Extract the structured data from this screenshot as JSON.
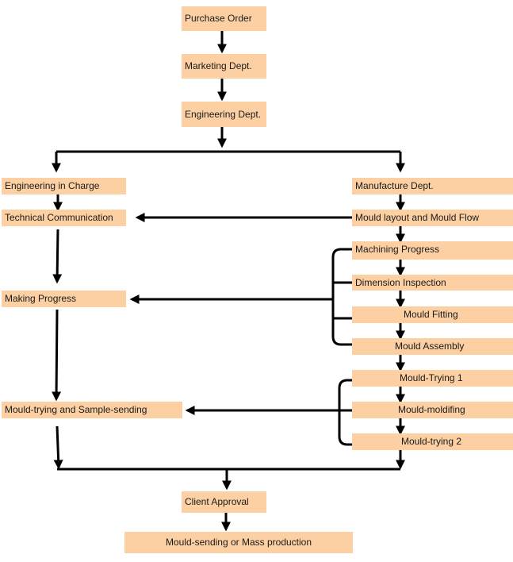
{
  "nodes": {
    "purchase_order": "Purchase Order",
    "marketing_dept": "Marketing Dept.",
    "engineering_dept": "Engineering Dept.",
    "engineering_in_charge": "Engineering in Charge",
    "technical_communication": "Technical Communication",
    "making_progress": "Making Progress",
    "mould_trying_sample_sending": "Mould-trying and Sample-sending",
    "manufacture_dept": "Manufacture Dept.",
    "mould_layout_flow": "Mould layout and Mould Flow",
    "machining_progress": "Machining Progress",
    "dimension_inspection": "Dimension Inspection",
    "mould_fitting": "Mould Fitting",
    "mould_assembly": "Mould Assembly",
    "mould_trying_1": "Mould-Trying 1",
    "mould_moldifing": "Mould-moldifing",
    "mould_trying_2": "Mould-trying 2",
    "client_approval": "Client Approval",
    "mould_sending_mass_production": "Mould-sending or Mass production"
  },
  "colors": {
    "box_fill": "#fcd0a2",
    "line": "#000000"
  }
}
